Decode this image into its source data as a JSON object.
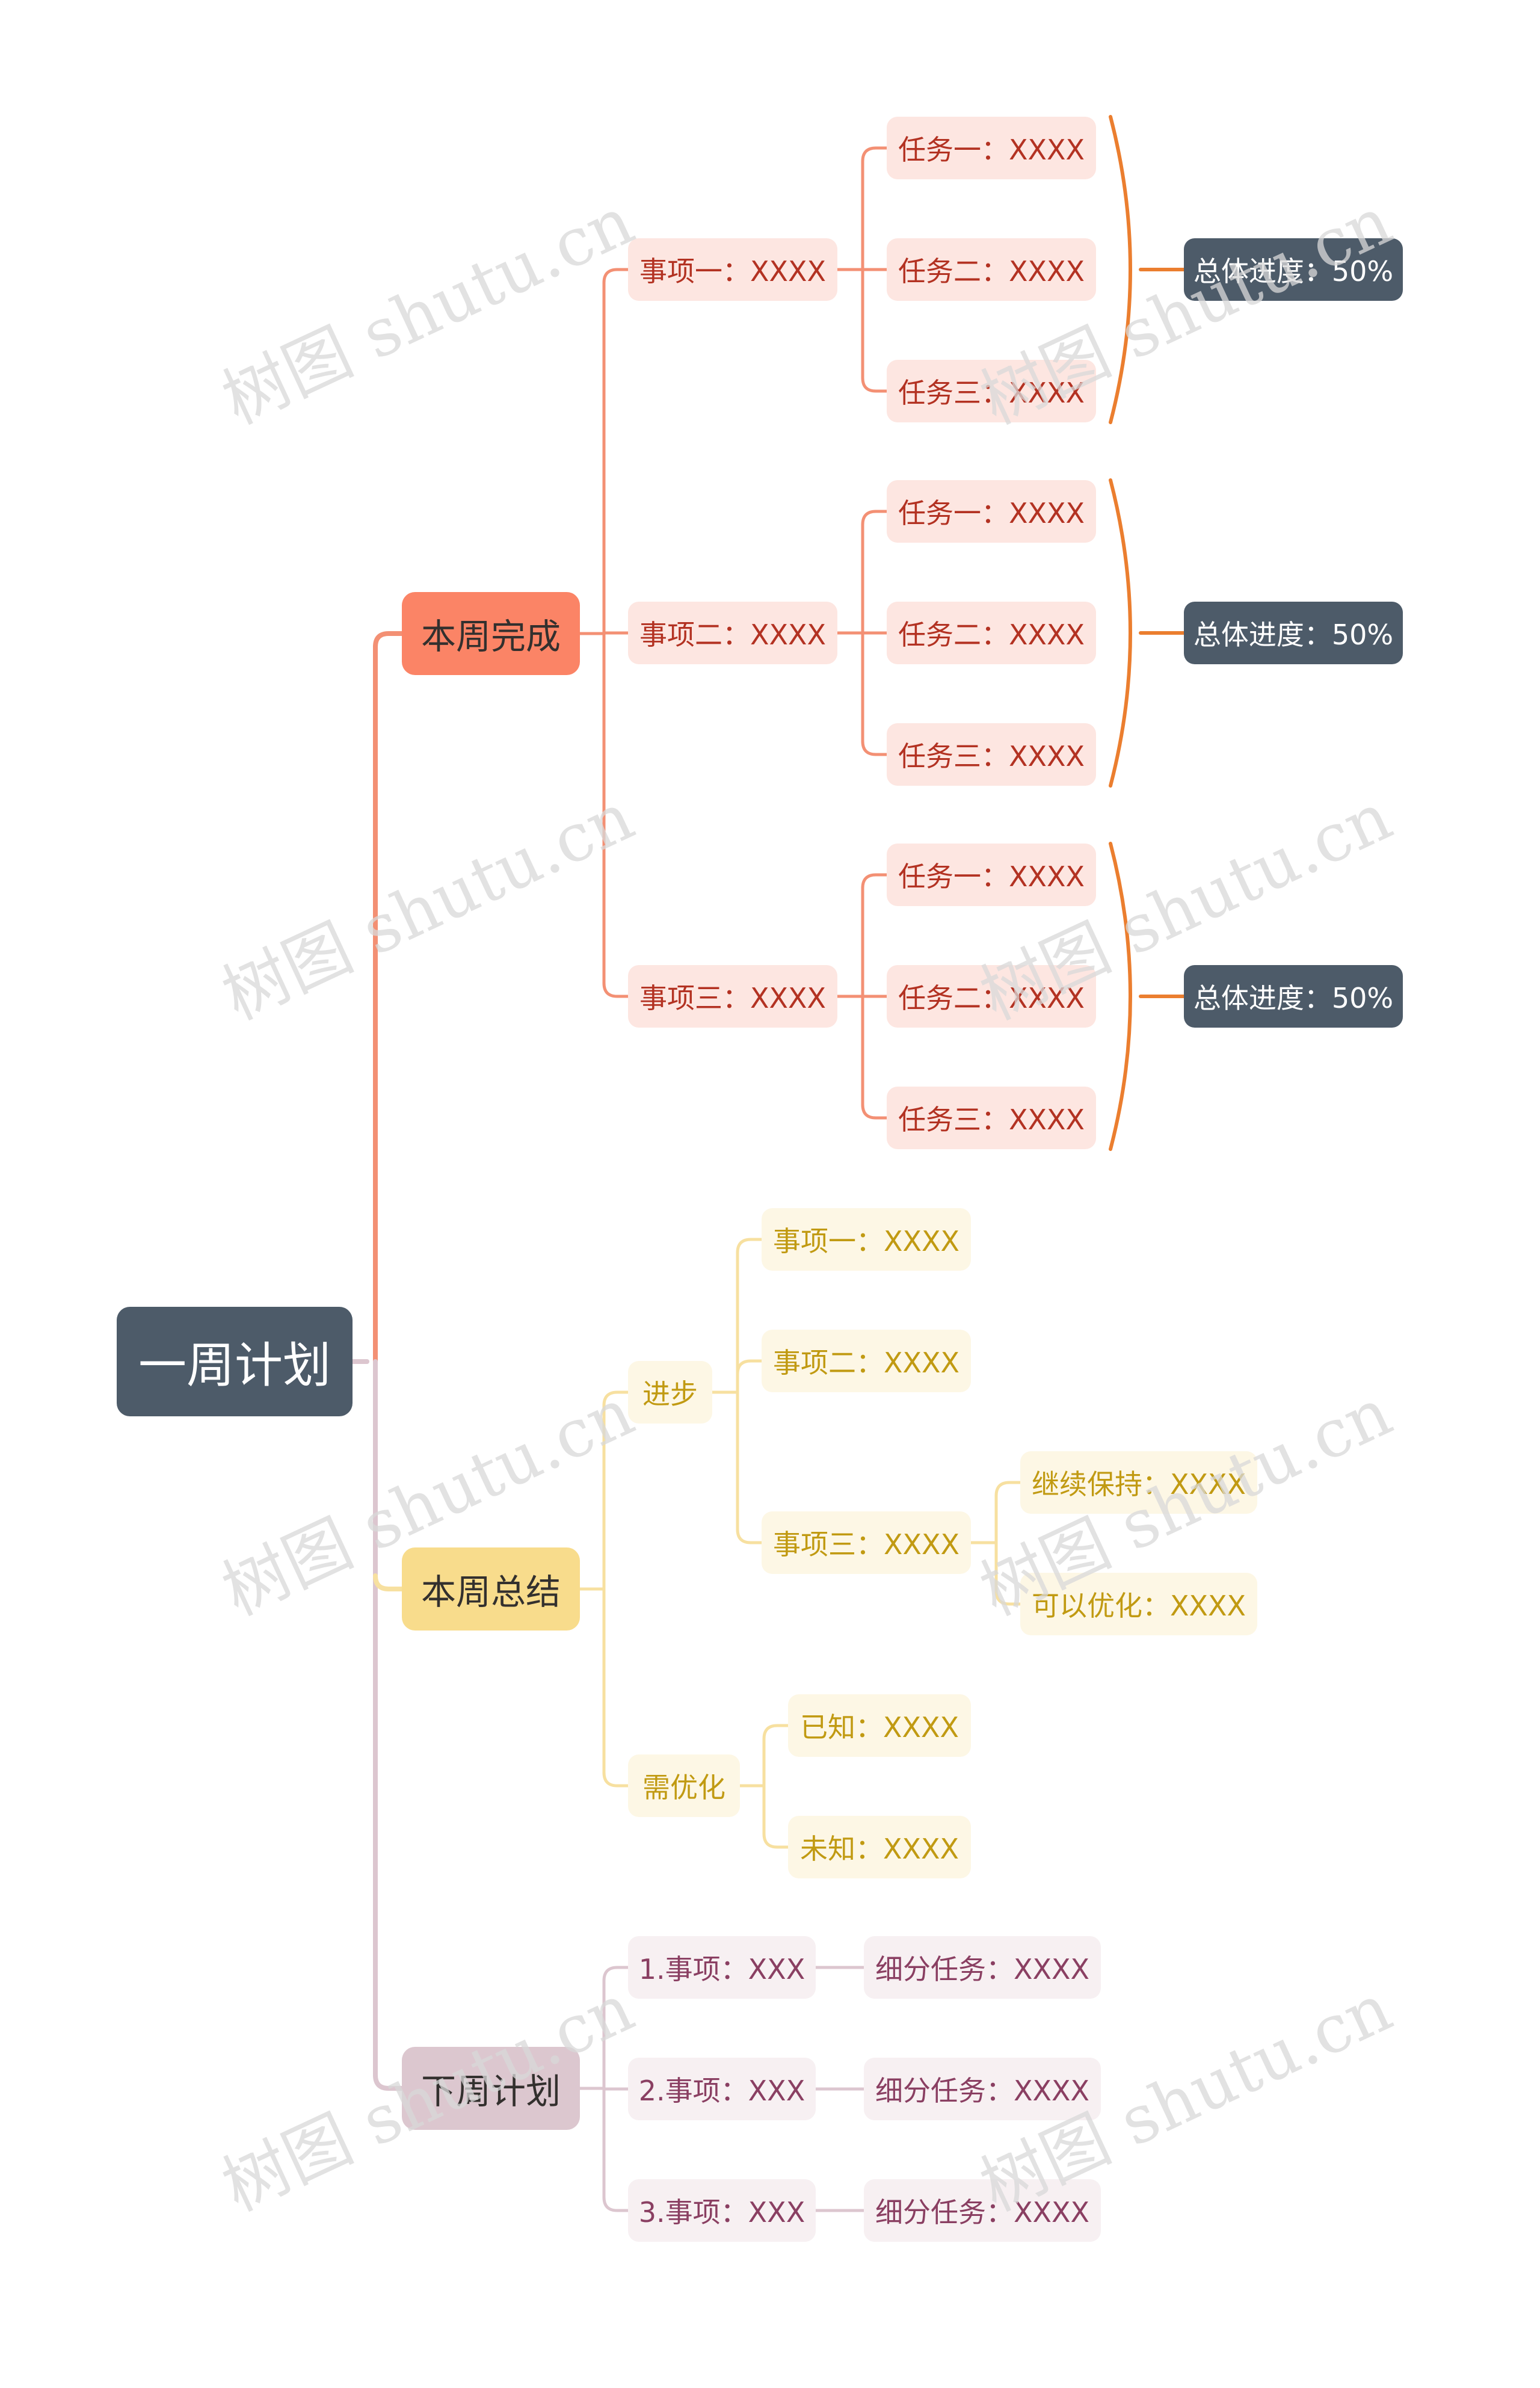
{
  "colors": {
    "root": "#4d5b69",
    "orange_branch": "#f39074",
    "orange_node": "#fb8466",
    "yellow_branch": "#f7e0a0",
    "yellow_node": "#f8dc8c",
    "pink_branch": "#dcc6cf",
    "pink_node": "#dcc7cf",
    "brace": "#eb7e2f",
    "summary": "#4d5b69"
  },
  "watermark": "树图 shutu.cn",
  "root": {
    "label": "一周计划"
  },
  "done": {
    "label": "本周完成",
    "items": [
      {
        "label": "事项一：XXXX",
        "tasks": [
          "任务一：XXXX",
          "任务二：XXXX",
          "任务三：XXXX"
        ],
        "summary": "总体进度：50%"
      },
      {
        "label": "事项二：XXXX",
        "tasks": [
          "任务一：XXXX",
          "任务二：XXXX",
          "任务三：XXXX"
        ],
        "summary": "总体进度：50%"
      },
      {
        "label": "事项三：XXXX",
        "tasks": [
          "任务一：XXXX",
          "任务二：XXXX",
          "任务三：XXXX"
        ],
        "summary": "总体进度：50%"
      }
    ]
  },
  "summary_week": {
    "label": "本周总结",
    "progress": {
      "label": "进步",
      "items": [
        {
          "label": "事项一：XXXX"
        },
        {
          "label": "事项二：XXXX"
        },
        {
          "label": "事项三：XXXX",
          "children": [
            "继续保持：XXXX",
            "可以优化：XXXX"
          ]
        }
      ]
    },
    "improve": {
      "label": "需优化",
      "items": [
        "已知：XXXX",
        "未知：XXXX"
      ]
    }
  },
  "next_week": {
    "label": "下周计划",
    "items": [
      {
        "label": "1.事项：XXX",
        "sub": "细分任务：XXXX"
      },
      {
        "label": "2.事项：XXX",
        "sub": "细分任务：XXXX"
      },
      {
        "label": "3.事项：XXX",
        "sub": "细分任务：XXXX"
      }
    ]
  }
}
